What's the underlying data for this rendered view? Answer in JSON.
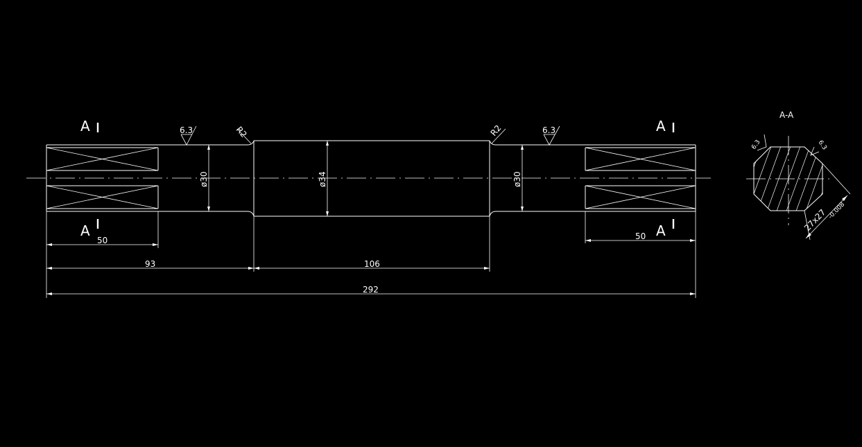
{
  "drawing": {
    "section_marks": {
      "top_left": "A",
      "bottom_left": "A",
      "top_right": "A",
      "bottom_right": "A"
    },
    "section_title": "A-A",
    "roughness": {
      "left": "6.3",
      "right": "6.3",
      "section_left": "6.3",
      "section_right": "6.3"
    },
    "radius": {
      "left": "R2",
      "right": "R2"
    },
    "diameters": {
      "left": "ø30",
      "center": "ø34",
      "right": "ø30"
    },
    "dimensions": {
      "flat_left": "50",
      "flat_right": "50",
      "shoulder": "93",
      "middle": "106",
      "total": "292"
    },
    "section_size": "27x27",
    "section_tolerance": "-0.008"
  }
}
